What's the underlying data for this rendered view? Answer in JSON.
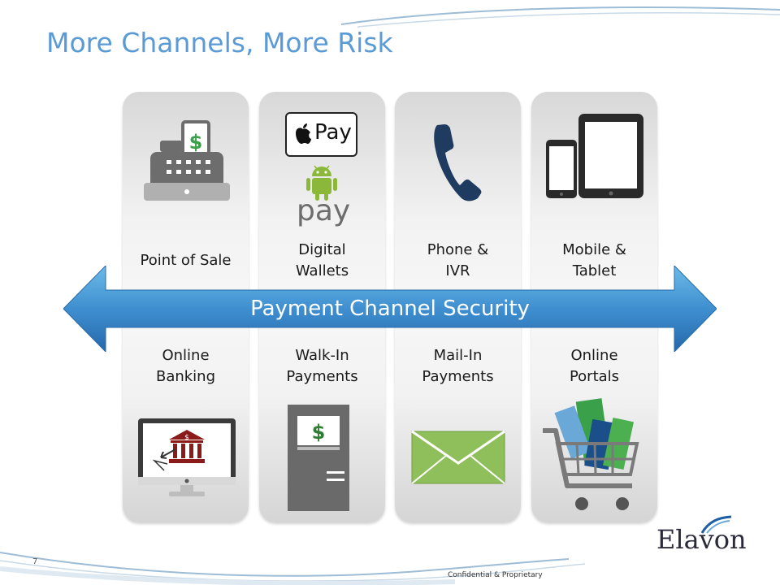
{
  "slide": {
    "title": "More Channels, More Risk",
    "page_number": "7",
    "footer": "Confidential & Proprietary",
    "logo": "Elavon",
    "center_banner": "Payment Channel Security"
  },
  "channels_top": [
    {
      "line1": "Point of Sale",
      "line2": "",
      "icon": "cash-register-icon"
    },
    {
      "line1": "Digital",
      "line2": "Wallets",
      "icon": "apple-pay-android-pay-icon"
    },
    {
      "line1": "Phone &",
      "line2": "IVR",
      "icon": "phone-handset-icon"
    },
    {
      "line1": "Mobile &",
      "line2": "Tablet",
      "icon": "mobile-tablet-icon"
    }
  ],
  "channels_bottom": [
    {
      "line1": "Online",
      "line2": "Banking",
      "icon": "online-banking-monitor-icon"
    },
    {
      "line1": "Walk-In",
      "line2": "Payments",
      "icon": "kiosk-atm-icon"
    },
    {
      "line1": "Mail-In",
      "line2": "Payments",
      "icon": "envelope-icon"
    },
    {
      "line1": "Online",
      "line2": "Portals",
      "icon": "shopping-cart-icon"
    }
  ],
  "wallet_brands": {
    "apple": "Pay",
    "android": "pay"
  },
  "colors": {
    "title": "#5b9bd5",
    "arrow_top": "#5aaee0",
    "arrow_bottom": "#2a73b5",
    "phone": "#1f3b60",
    "bank": "#8b1a1a",
    "envelope": "#8fbf5a",
    "money": "#3aa04a"
  }
}
